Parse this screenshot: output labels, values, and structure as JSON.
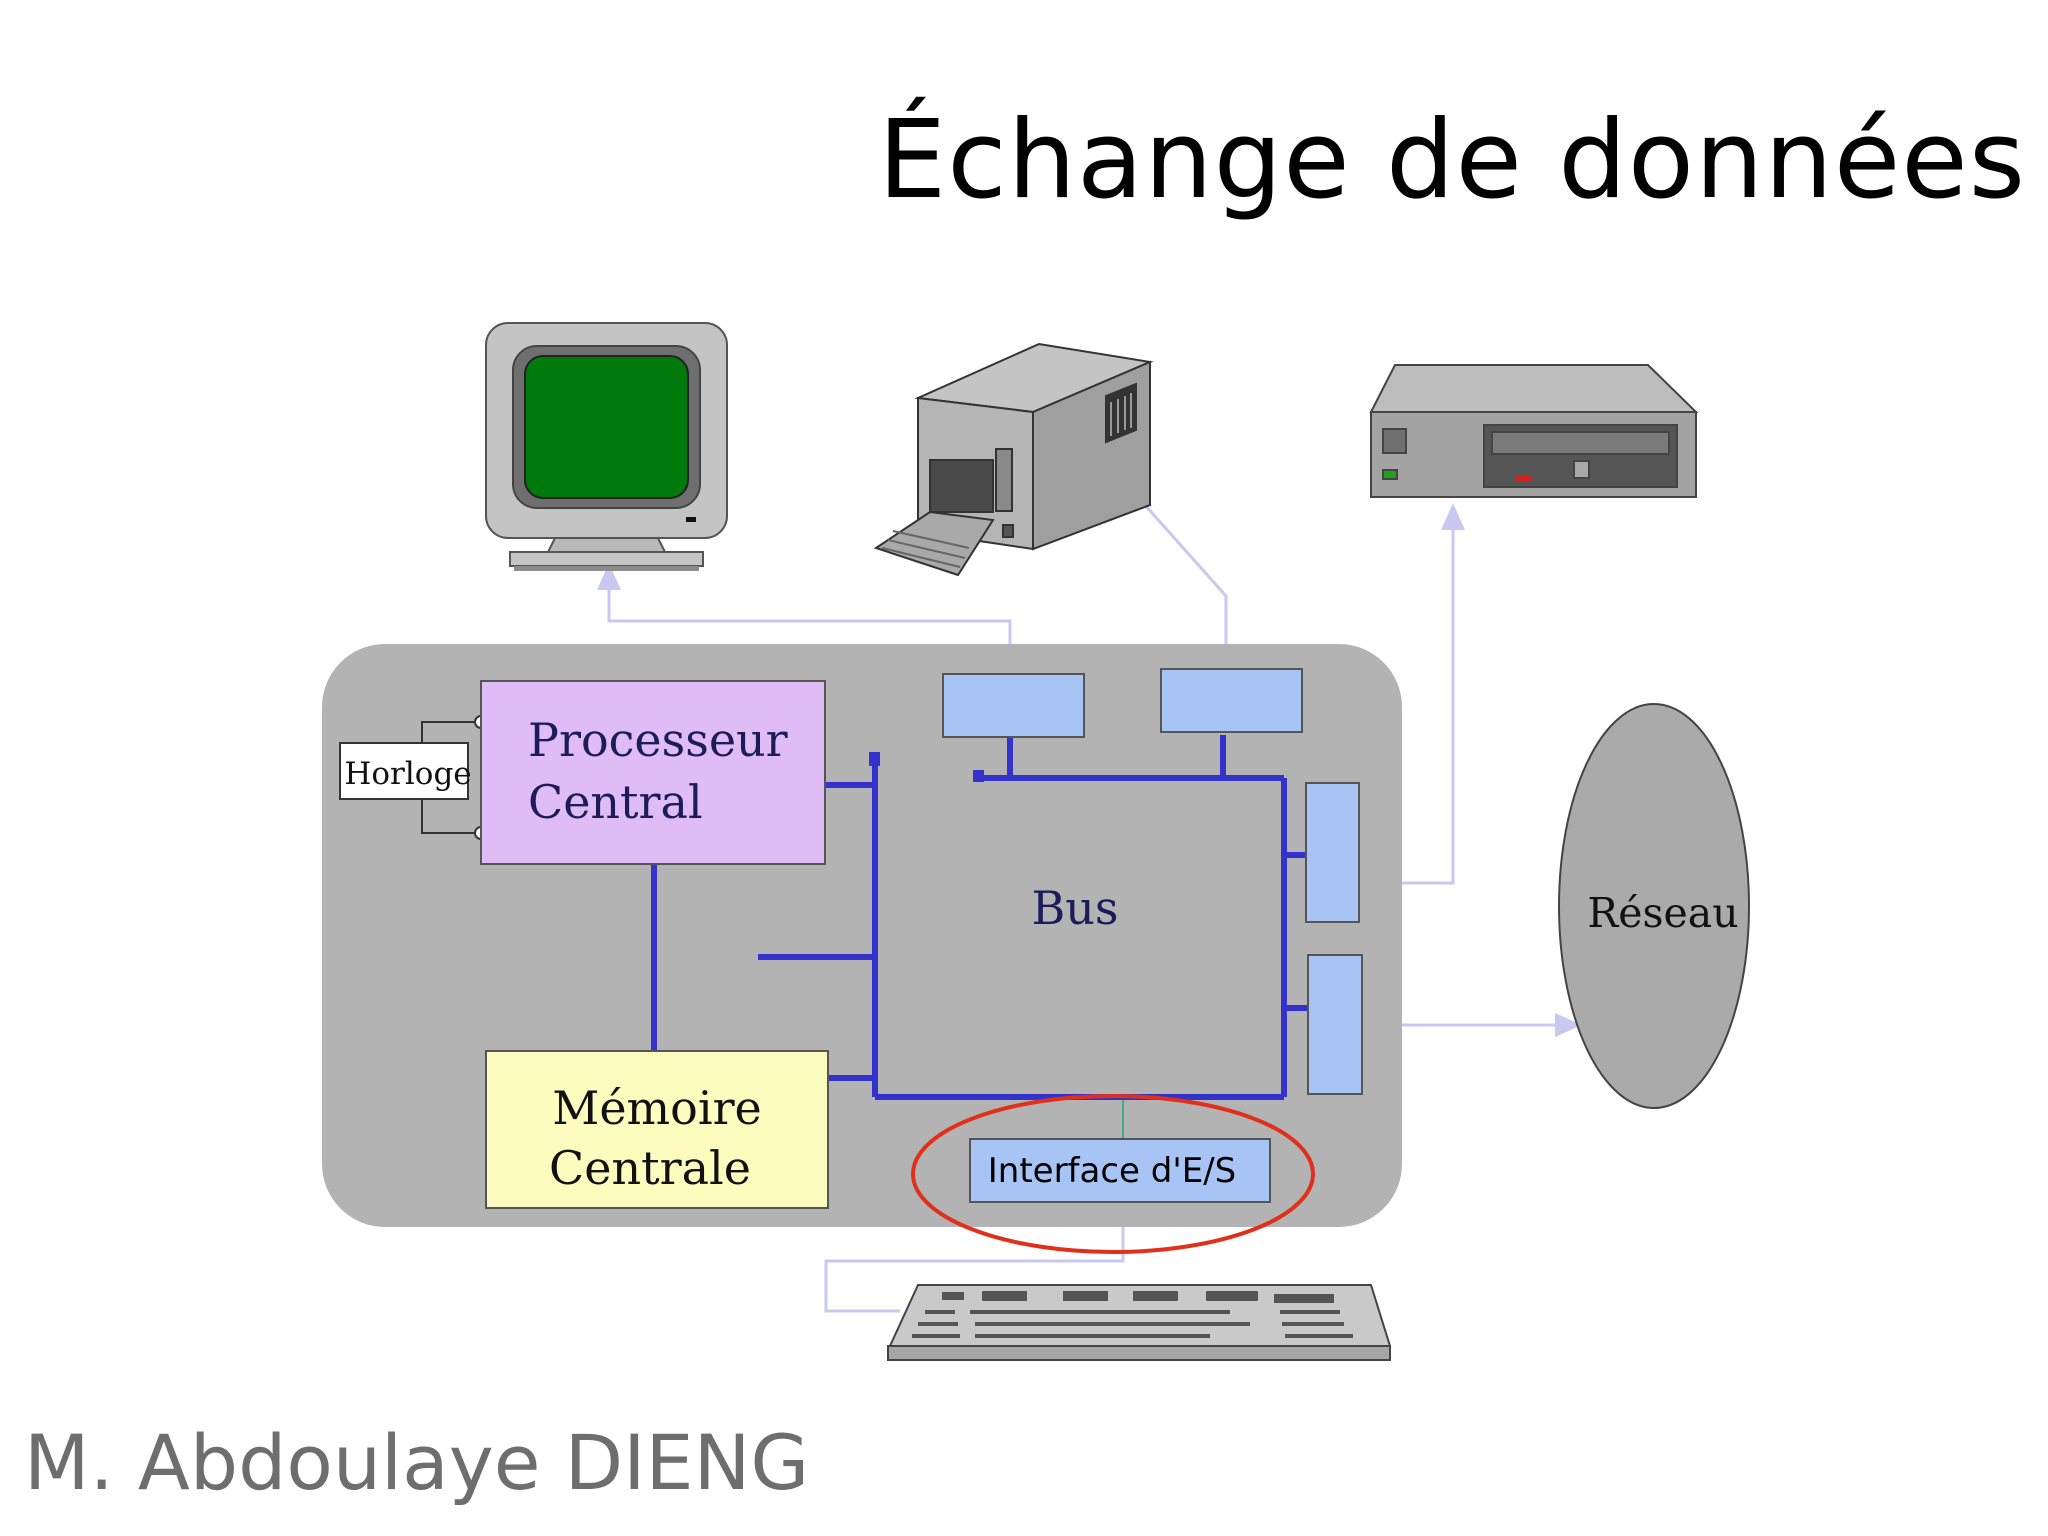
{
  "slide": {
    "title": "Échange de données",
    "author": "M. Abdoulaye DIENG"
  },
  "diagram": {
    "clock_label": "Horloge",
    "cpu_line1": "Processeur",
    "cpu_line2": "Central",
    "bus_label": "Bus",
    "memory_line1": "Mémoire",
    "memory_line2": "Centrale",
    "io_interface_label": "Interface d'E/S",
    "network_label": "Réseau",
    "peripherals": [
      "monitor-icon",
      "printer-icon",
      "disk-drive-icon",
      "keyboard-icon"
    ],
    "colors": {
      "system_unit": "#b3b3b3",
      "cpu": "#e0bcf6",
      "memory": "#fcfcbe",
      "bus": "#3333cc",
      "io_card": "#a8c4f4",
      "highlight_ring": "#e0301c",
      "network": "#aaaaaa",
      "arrow": "#c8c8f0"
    }
  }
}
